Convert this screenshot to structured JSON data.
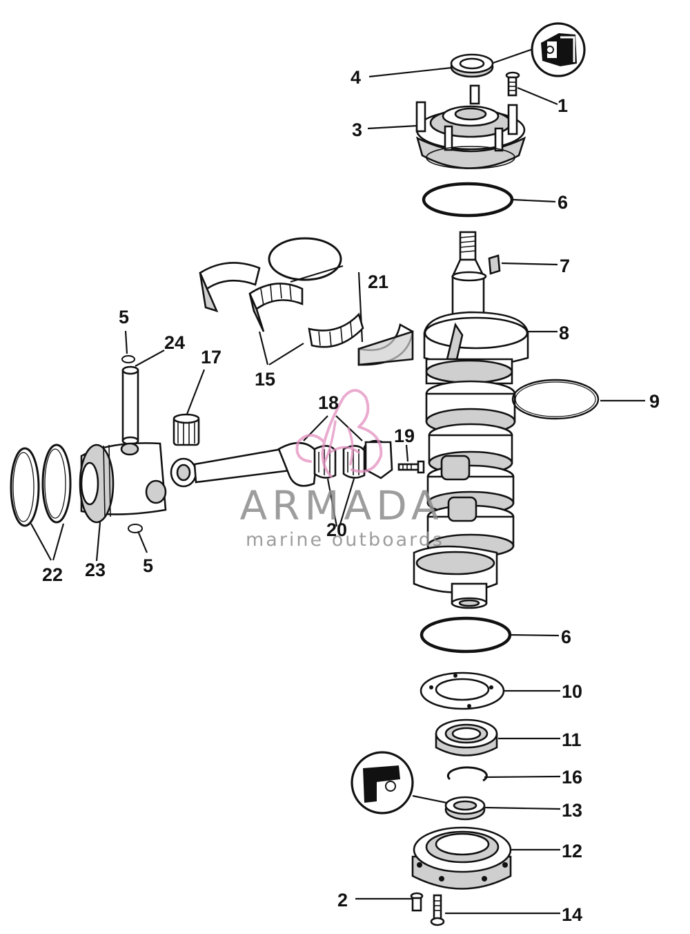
{
  "callouts": [
    {
      "id": "c1",
      "label": "1"
    },
    {
      "id": "c2",
      "label": "2"
    },
    {
      "id": "c3",
      "label": "3"
    },
    {
      "id": "c4",
      "label": "4"
    },
    {
      "id": "c5a",
      "label": "5"
    },
    {
      "id": "c5b",
      "label": "5"
    },
    {
      "id": "c6a",
      "label": "6"
    },
    {
      "id": "c6b",
      "label": "6"
    },
    {
      "id": "c7",
      "label": "7"
    },
    {
      "id": "c8",
      "label": "8"
    },
    {
      "id": "c9",
      "label": "9"
    },
    {
      "id": "c10",
      "label": "10"
    },
    {
      "id": "c11",
      "label": "11"
    },
    {
      "id": "c12",
      "label": "12"
    },
    {
      "id": "c13",
      "label": "13"
    },
    {
      "id": "c14",
      "label": "14"
    },
    {
      "id": "c15",
      "label": "15"
    },
    {
      "id": "c16",
      "label": "16"
    },
    {
      "id": "c17",
      "label": "17"
    },
    {
      "id": "c18",
      "label": "18"
    },
    {
      "id": "c19",
      "label": "19"
    },
    {
      "id": "c20",
      "label": "20"
    },
    {
      "id": "c21",
      "label": "21"
    },
    {
      "id": "c22",
      "label": "22"
    },
    {
      "id": "c23",
      "label": "23"
    },
    {
      "id": "c24",
      "label": "24"
    }
  ],
  "watermark": {
    "title": "ARMADA",
    "subtitle": "marine outboards",
    "color": "#e38fc0"
  }
}
